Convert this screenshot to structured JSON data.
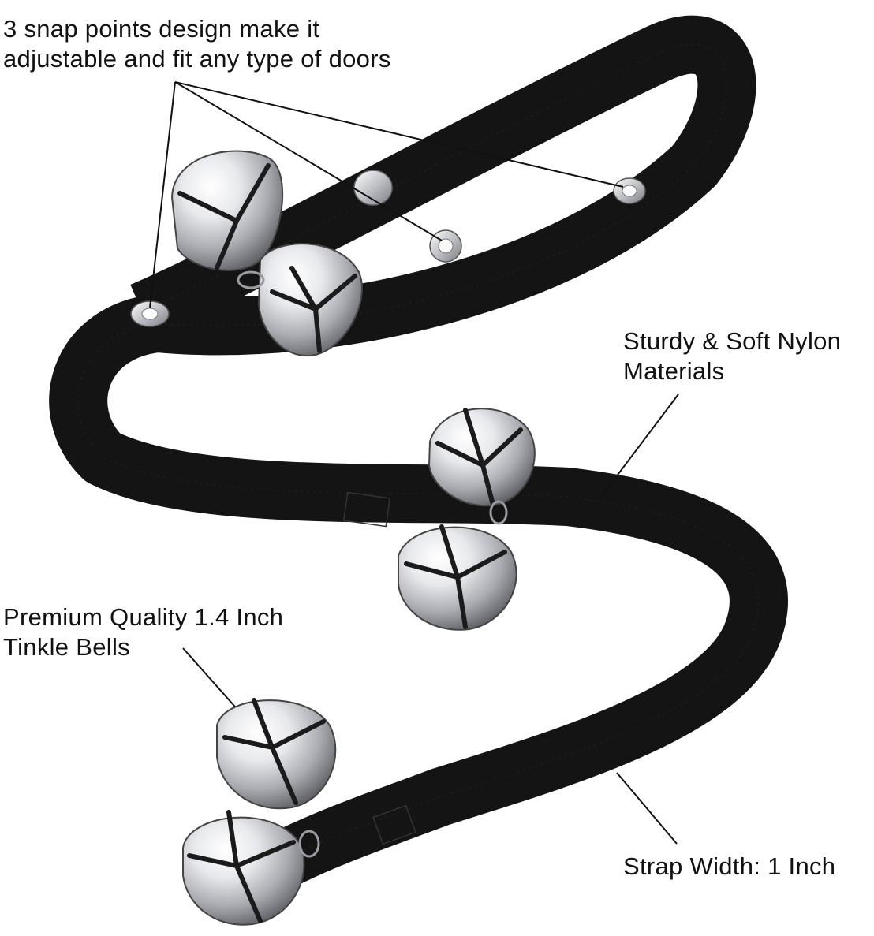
{
  "annotations": {
    "snap_points": {
      "line1": "3 snap points design make it",
      "line2": "adjustable and fit any type of doors"
    },
    "nylon": {
      "line1": "Sturdy & Soft Nylon",
      "line2": "Materials"
    },
    "bells": {
      "line1": "Premium Quality 1.4 Inch",
      "line2": "Tinkle Bells"
    },
    "strap_width": {
      "line1": "Strap Width: 1 Inch"
    }
  },
  "colors": {
    "strap": "#141414",
    "bell_light": "#f4f4f6",
    "bell_dark": "#6d6f75",
    "leader_line": "#111111",
    "background": "#ffffff"
  }
}
